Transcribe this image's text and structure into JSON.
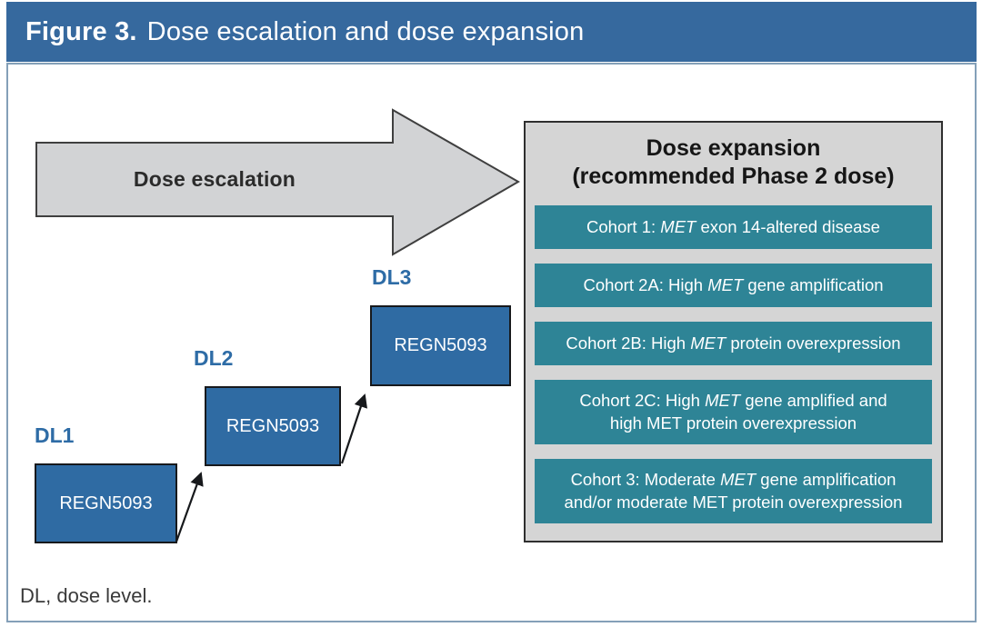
{
  "figure_header": {
    "label": "Figure 3.",
    "title": "Dose escalation and dose expansion"
  },
  "dose_escalation": {
    "arrow_label": "Dose escalation",
    "dose_levels": [
      {
        "label": "DL1",
        "drug": "REGN5093"
      },
      {
        "label": "DL2",
        "drug": "REGN5093"
      },
      {
        "label": "DL3",
        "drug": "REGN5093"
      }
    ]
  },
  "dose_expansion": {
    "title_line1": "Dose expansion",
    "title_line2": "(recommended Phase 2 dose)",
    "cohorts": [
      {
        "segments": [
          {
            "t": "Cohort 1: "
          },
          {
            "t": "MET",
            "i": true
          },
          {
            "t": " exon 14-altered disease"
          }
        ]
      },
      {
        "segments": [
          {
            "t": "Cohort 2A: High "
          },
          {
            "t": "MET",
            "i": true
          },
          {
            "t": " gene amplification"
          }
        ]
      },
      {
        "segments": [
          {
            "t": "Cohort 2B: High "
          },
          {
            "t": "MET",
            "i": true
          },
          {
            "t": " protein overexpression"
          }
        ]
      },
      {
        "segments": [
          {
            "t": "Cohort 2C: High "
          },
          {
            "t": "MET",
            "i": true
          },
          {
            "t": " gene amplified and"
          },
          {
            "br": true
          },
          {
            "t": "high MET protein overexpression"
          }
        ]
      },
      {
        "segments": [
          {
            "t": "Cohort 3: Moderate "
          },
          {
            "t": "MET",
            "i": true
          },
          {
            "t": " gene amplification"
          },
          {
            "br": true
          },
          {
            "t": "and/or moderate MET protein overexpression"
          }
        ]
      }
    ]
  },
  "footnote": "DL, dose level.",
  "colors": {
    "header_bar_blue": "#36699e",
    "dose_box_blue": "#2f6ba3",
    "dl_label_blue": "#2e6ca6",
    "cohort_teal": "#2e8496",
    "expansion_panel_gray": "#d5d5d5",
    "arrow_fill_gray": "#d2d3d5",
    "outer_border_blue": "#84a0b8"
  }
}
